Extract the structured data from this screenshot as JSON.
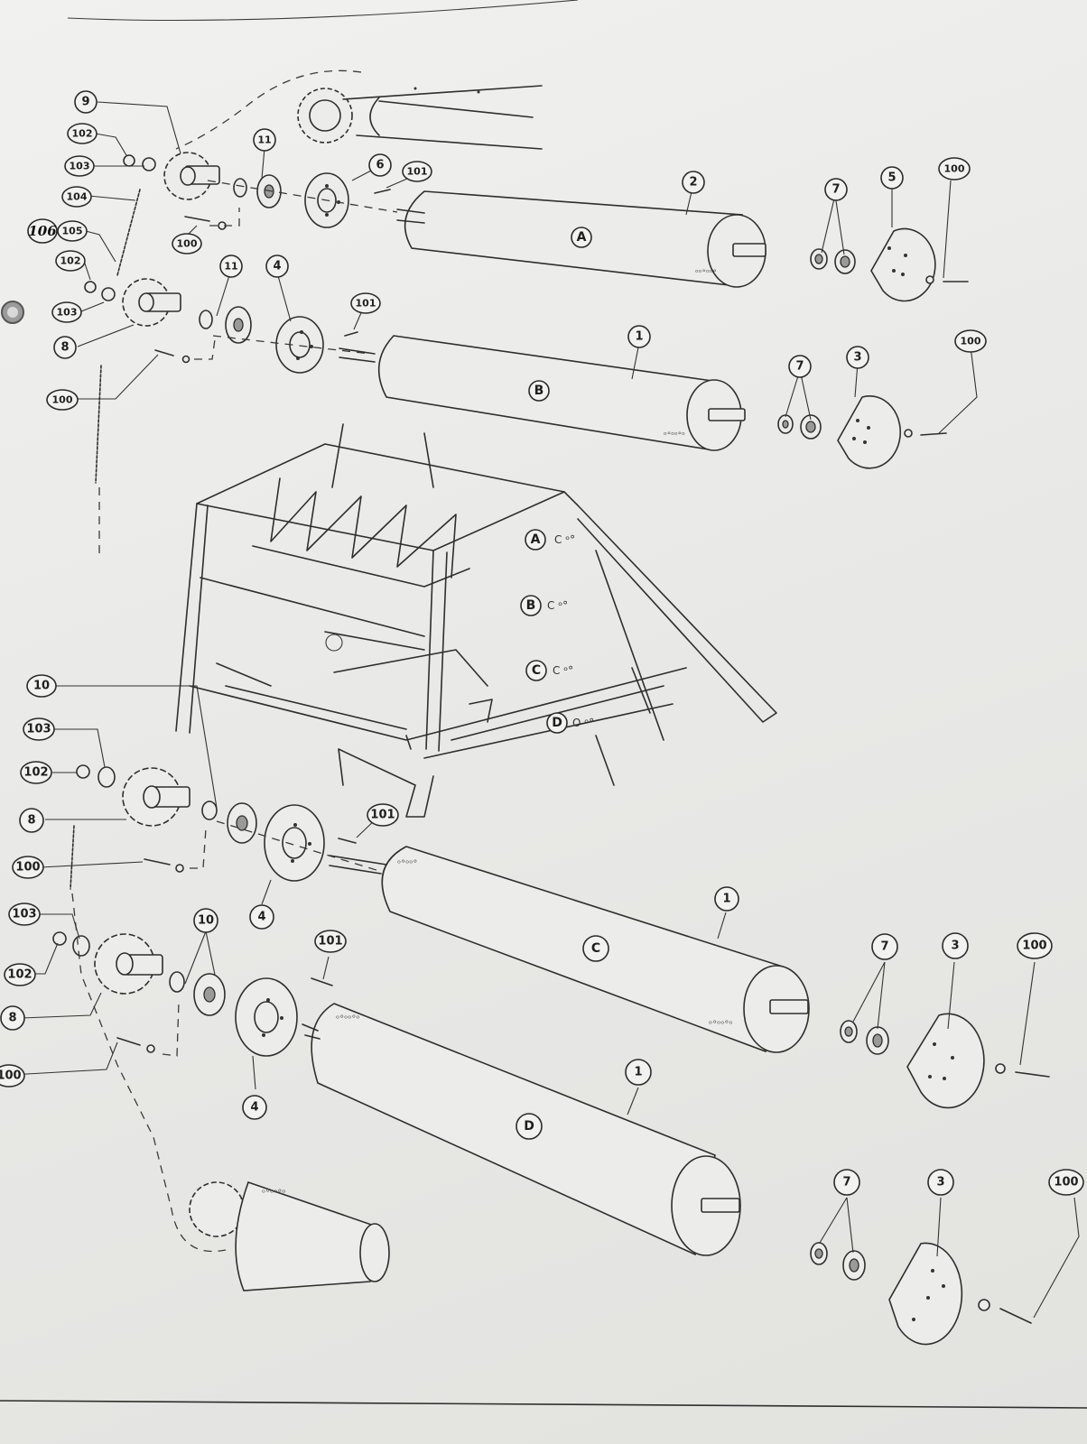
{
  "callouts": {
    "n100": "100",
    "n101": "101",
    "n102": "102",
    "n103": "103",
    "n104": "104",
    "n105": "105",
    "n106": "106",
    "n1": "1",
    "n2": "2",
    "n3": "3",
    "n4": "4",
    "n5": "5",
    "n6": "6",
    "n7": "7",
    "n8": "8",
    "n9": "9",
    "n10": "10",
    "n11": "11"
  },
  "rollers": {
    "a": "A",
    "b": "B",
    "c": "C",
    "d": "D"
  },
  "icons": [
    "sprocket-icon",
    "chain-icon",
    "bearing-icon",
    "bolt-icon",
    "washer-icon",
    "key-pin-icon",
    "roller-icon",
    "flange-icon",
    "end-cap-icon"
  ]
}
